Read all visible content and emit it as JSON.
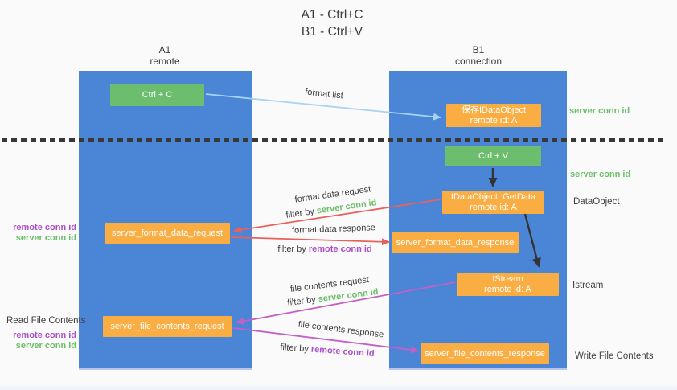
{
  "title": {
    "line1": "A1 - Ctrl+C",
    "line2": "B1 - Ctrl+V"
  },
  "columns": {
    "left": {
      "name": "A1",
      "role": "remote"
    },
    "right": {
      "name": "B1",
      "role": "connection"
    }
  },
  "nodes": {
    "ctrl_c": {
      "label": "Ctrl + C"
    },
    "save_dataobject": {
      "line1": "保存IDataObject",
      "line2": "remote id: A"
    },
    "ctrl_v": {
      "label": "Ctrl + V"
    },
    "getdata": {
      "line1": "IDataObject::GetData",
      "line2": "remote id: A"
    },
    "format_request": {
      "label": "server_format_data_request"
    },
    "format_response": {
      "label": "server_format_data_response"
    },
    "istream": {
      "line1": "IStream",
      "line2": "remote id: A"
    },
    "file_request": {
      "label": "server_file_contents_request"
    },
    "file_response": {
      "label": "server_file_contents_response"
    }
  },
  "arrows": {
    "format_list": {
      "label": "format list"
    },
    "format_data_request": {
      "label": "format data request",
      "filter_prefix": "filter by",
      "filter_key": "server conn id"
    },
    "format_data_response": {
      "label": "format data response",
      "filter_prefix": "filter by",
      "filter_key": "remote conn id"
    },
    "file_contents_request": {
      "label": "file contents request",
      "filter_prefix": "filter by",
      "filter_key": "server conn id"
    },
    "file_contents_response": {
      "label": "file contents response",
      "filter_prefix": "filter by",
      "filter_key": "remote conn id"
    }
  },
  "side_labels": {
    "server_conn_id_top": "server conn id",
    "server_conn_id_mid": "server conn id",
    "dataobject": "DataObject",
    "istream": "Istream",
    "read_file_contents": "Read File Contents",
    "write_file_contents": "Write File Contents",
    "mid_left": {
      "remote": "remote conn id",
      "server": "server conn id"
    },
    "bottom_left": {
      "remote": "remote conn id",
      "server": "server conn id"
    }
  },
  "colors": {
    "column_blue": "#4a85d6",
    "box_green": "#6cbe6e",
    "box_orange": "#f9ad42",
    "arrow_blue": "#a7d3f3",
    "arrow_red": "#e7625c",
    "arrow_magenta": "#c45fc5",
    "text_green": "#6abf68",
    "text_purple": "#a94fc8",
    "text_dark": "#3c3c3c",
    "background": "#fafafa"
  }
}
